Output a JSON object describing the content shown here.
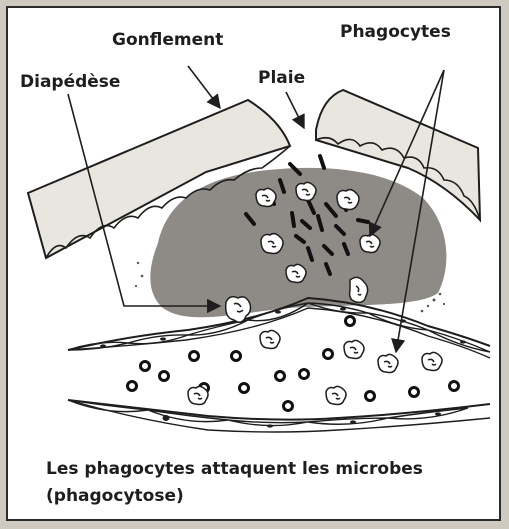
{
  "labels": {
    "swelling": "Gonflement",
    "wound": "Plaie",
    "phagocytes": "Phagocytes",
    "diapedesis": "Diapédèse"
  },
  "caption": {
    "line1": "Les phagocytes attaquent les microbes",
    "line2": "(phagocytose)"
  },
  "colors": {
    "skin": "#e9e6e0",
    "wound_area": "#8e8b87",
    "outline": "#1e1e1e",
    "background": "#ffffff"
  }
}
